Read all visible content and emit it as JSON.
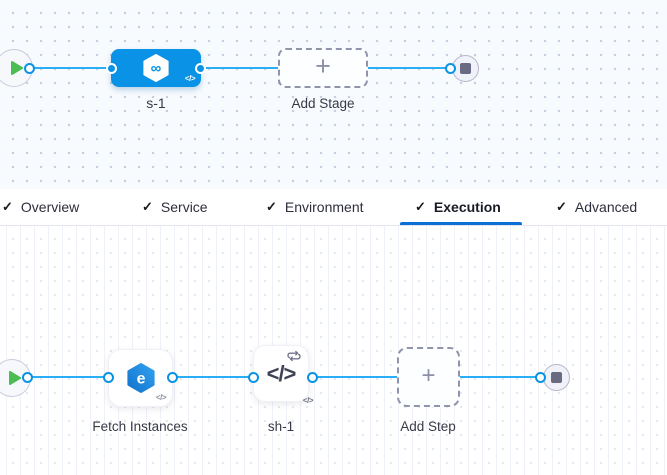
{
  "colors": {
    "accent_blue": "#0992e6",
    "line_blue": "#2aaef5",
    "underline_blue": "#0b6fd6",
    "play_green": "#4bbd53",
    "label_text": "#383946"
  },
  "icons": {
    "plus_glyph": "+",
    "code_glyph": "</>",
    "infinity_glyph": "∞",
    "swirl_glyph": "e",
    "check_glyph": "✓"
  },
  "stage_pipeline": {
    "start_node": {
      "icon": "play-icon"
    },
    "stage_node": {
      "label": "s-1",
      "icon": "pipeline-hexagon-icon"
    },
    "add_stage": {
      "label": "Add Stage"
    },
    "end_node": {
      "icon": "stop-icon"
    }
  },
  "tabs": {
    "items": [
      {
        "label": "Overview",
        "checked": true,
        "active": false
      },
      {
        "label": "Service",
        "checked": true,
        "active": false
      },
      {
        "label": "Environment",
        "checked": true,
        "active": false
      },
      {
        "label": "Execution",
        "checked": true,
        "active": true
      },
      {
        "label": "Advanced",
        "checked": true,
        "active": false
      }
    ]
  },
  "execution_pipeline": {
    "start_node": {
      "icon": "play-icon"
    },
    "fetch_node": {
      "label": "Fetch Instances",
      "icon": "fetch-instances-hexagon-icon"
    },
    "shell_node": {
      "label": "sh-1",
      "icon": "code-icon",
      "badge": "loop-icon"
    },
    "add_step": {
      "label": "Add Step"
    },
    "end_node": {
      "icon": "stop-icon"
    }
  }
}
